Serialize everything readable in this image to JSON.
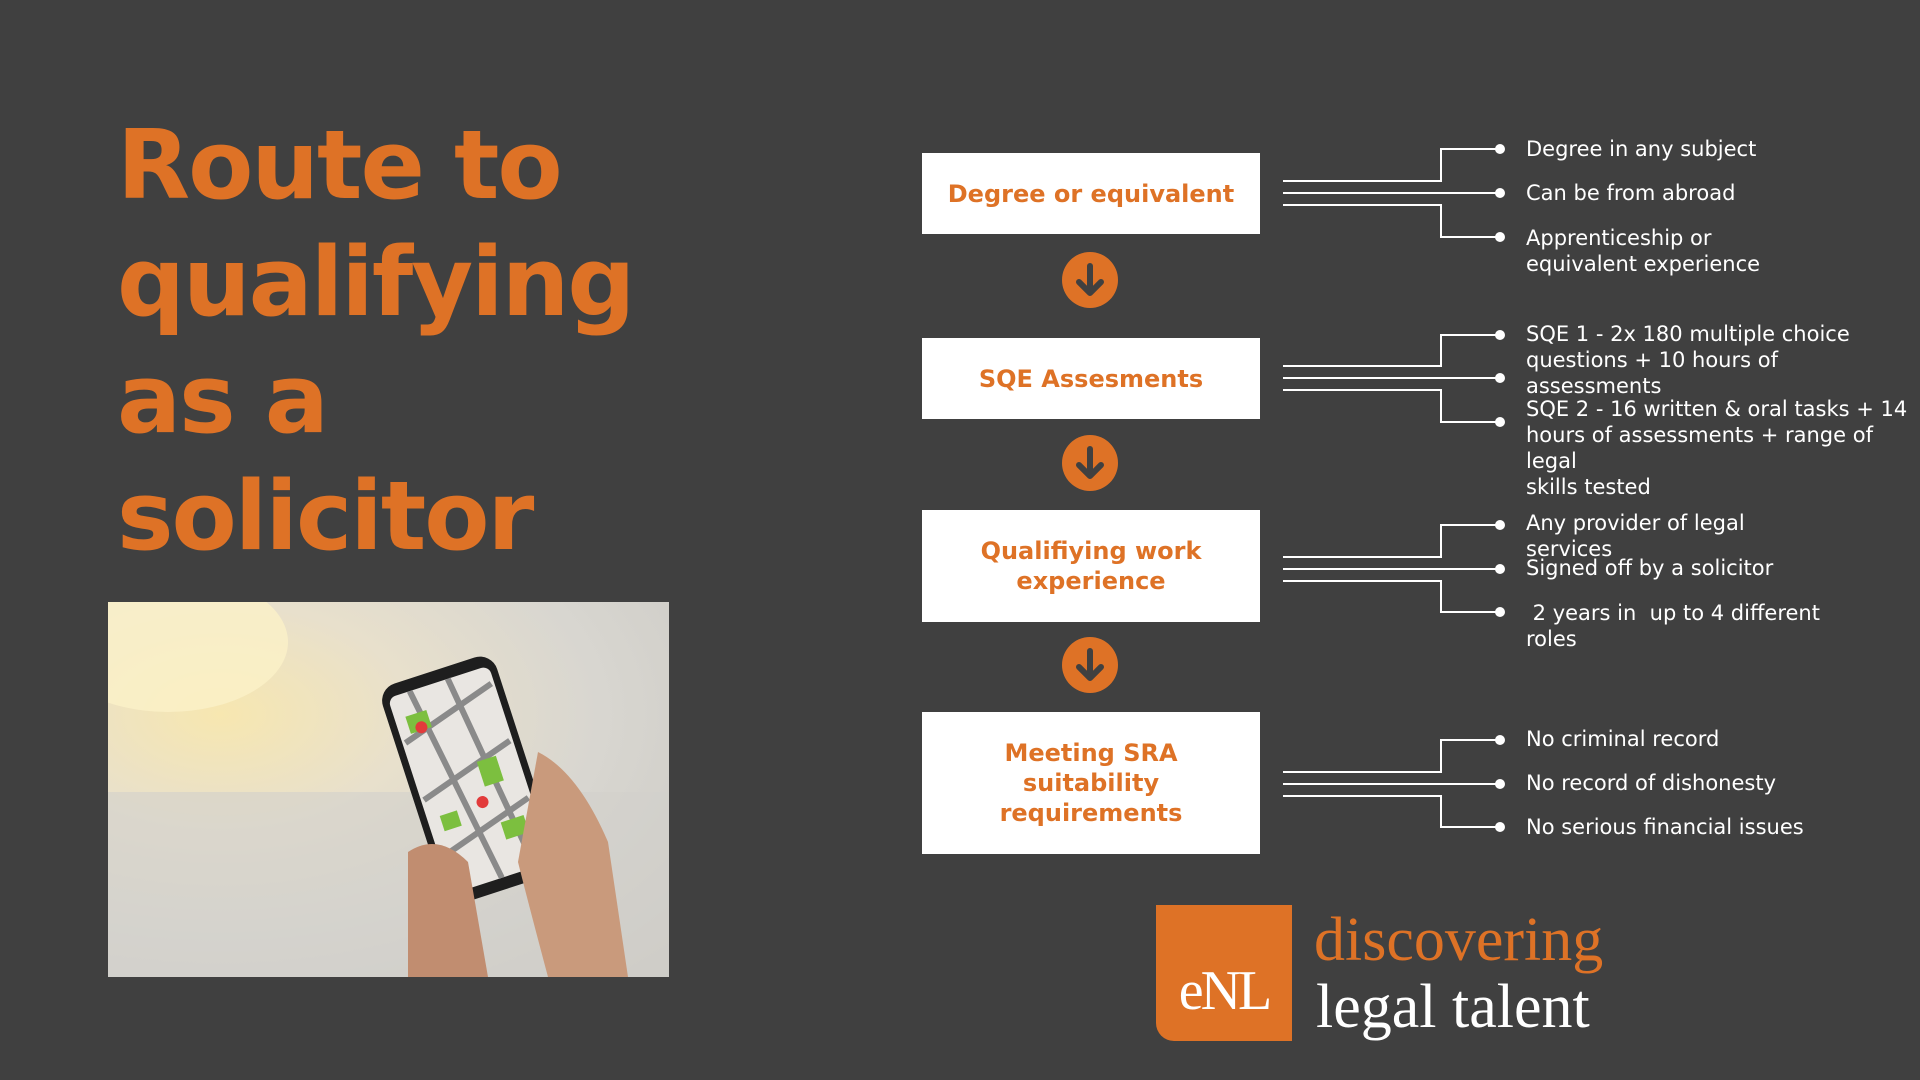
{
  "title": {
    "line1": "Route to",
    "line2": "qualifying",
    "line3": "as a",
    "line4": "solicitor"
  },
  "steps": [
    {
      "label": "Degree or equivalent",
      "details": [
        "Degree in any subject",
        "Can be from abroad",
        "Apprenticeship or\nequivalent experience"
      ]
    },
    {
      "label": "SQE Assesments",
      "details": [
        "SQE 1 - 2x 180 multiple choice\nquestions + 10 hours of assessments",
        "SQE 2 - 16 written & oral tasks + 14\nhours of assessments + range of legal\nskills tested"
      ]
    },
    {
      "label": "Qualifiying work\nexperience",
      "details": [
        "Any provider of legal\nservices",
        "Signed off by a solicitor",
        " 2 years in  up to 4 different\nroles"
      ]
    },
    {
      "label": "Meeting SRA\nsuitability\nrequirements",
      "details": [
        "No criminal record",
        "No record of dishonesty",
        "No serious financial issues"
      ]
    }
  ],
  "logo": {
    "mark": "eNL",
    "line1": "discovering",
    "line2": "legal talent"
  },
  "colors": {
    "background": "#404040",
    "accent": "#de7226",
    "box": "#ffffff",
    "text": "#ffffff"
  },
  "icons": {
    "arrow": "arrow-down-circle-icon",
    "bullet": "dot-icon"
  }
}
